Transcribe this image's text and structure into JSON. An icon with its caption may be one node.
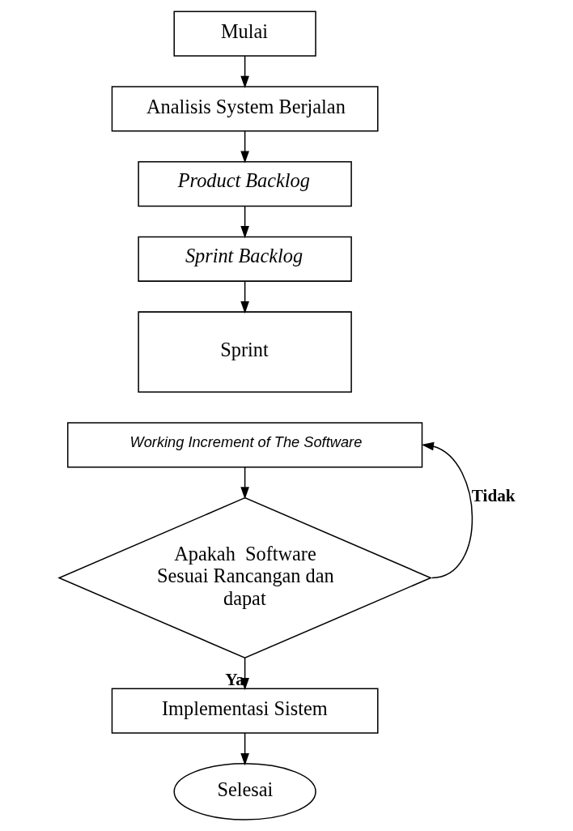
{
  "diagram": {
    "nodes": [
      {
        "text": [
          "Mulai"
        ]
      },
      {
        "text": [
          "Analisis System Berjalan"
        ]
      },
      {
        "text": [
          "Product Backlog"
        ]
      },
      {
        "text": [
          "Sprint Backlog"
        ]
      },
      {
        "text": [
          "Sprint"
        ]
      },
      {
        "text": [
          "Working Increment of The Software"
        ]
      },
      {
        "text": [
          "Apakah  Software Sesuai Rancangan dan dapat"
        ]
      },
      {
        "text": [
          "Implementasi Sistem"
        ]
      },
      {
        "text": [
          "Selesai"
        ]
      }
    ],
    "edges": [
      {
        "from": 0,
        "to": 1,
        "arrow": "to"
      },
      {
        "from": 1,
        "to": 2,
        "arrow": "to"
      },
      {
        "from": 2,
        "to": 3,
        "arrow": "to"
      },
      {
        "from": 3,
        "to": 4,
        "arrow": "to"
      },
      {
        "from": 5,
        "to": 6,
        "arrow": "to"
      },
      {
        "from": 6,
        "to": 7,
        "arrow": "to",
        "label": "Ya"
      },
      {
        "from": 6,
        "to": 5,
        "arrow": "to",
        "label": "Tidak"
      },
      {
        "from": 7,
        "to": 8,
        "arrow": "to"
      }
    ]
  }
}
